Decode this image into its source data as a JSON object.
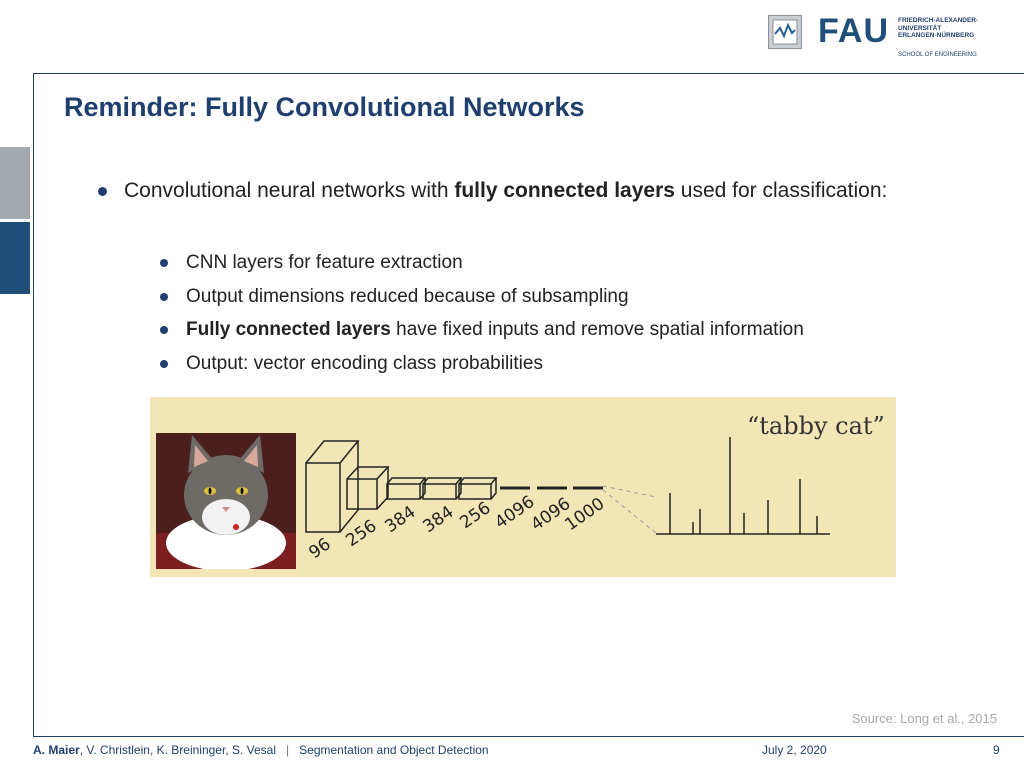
{
  "header": {
    "title": "Reminder: Fully Convolutional Networks",
    "logo_fau": "FAU",
    "logo_lines": [
      "FRIEDRICH-ALEXANDER-",
      "UNIVERSITÄT",
      "ERLANGEN-NÜRNBERG"
    ],
    "logo_school": "SCHOOL OF ENGINEERING"
  },
  "content": {
    "bullet_pre": "Convolutional neural networks with ",
    "bullet_bold": "fully connected layers",
    "bullet_post": " used for classification:",
    "sub_items": [
      {
        "bold": "",
        "text": "CNN layers for feature extraction"
      },
      {
        "bold": "",
        "text": "Output dimensions reduced because of subsampling"
      },
      {
        "bold": "Fully connected layers",
        "text": " have fixed inputs and remove spatial information"
      },
      {
        "bold": "",
        "text": "Output: vector encoding class probabilities"
      }
    ]
  },
  "figure": {
    "label": "“tabby cat”",
    "layer_labels": [
      "96",
      "256",
      "384",
      "384",
      "256",
      "4096",
      "4096",
      "1000"
    ],
    "source": "Source: Long et al., 2015"
  },
  "footer": {
    "author": "A. Maier",
    "coauthors": ", V. Christlein, K. Breininger, S. Vesal",
    "separator": "|",
    "topic": "Segmentation and Object Detection",
    "date": "July 2, 2020",
    "page": "9"
  },
  "colors": {
    "accent": "#1f3f6e",
    "figure_bg": "#f3e6b6"
  }
}
